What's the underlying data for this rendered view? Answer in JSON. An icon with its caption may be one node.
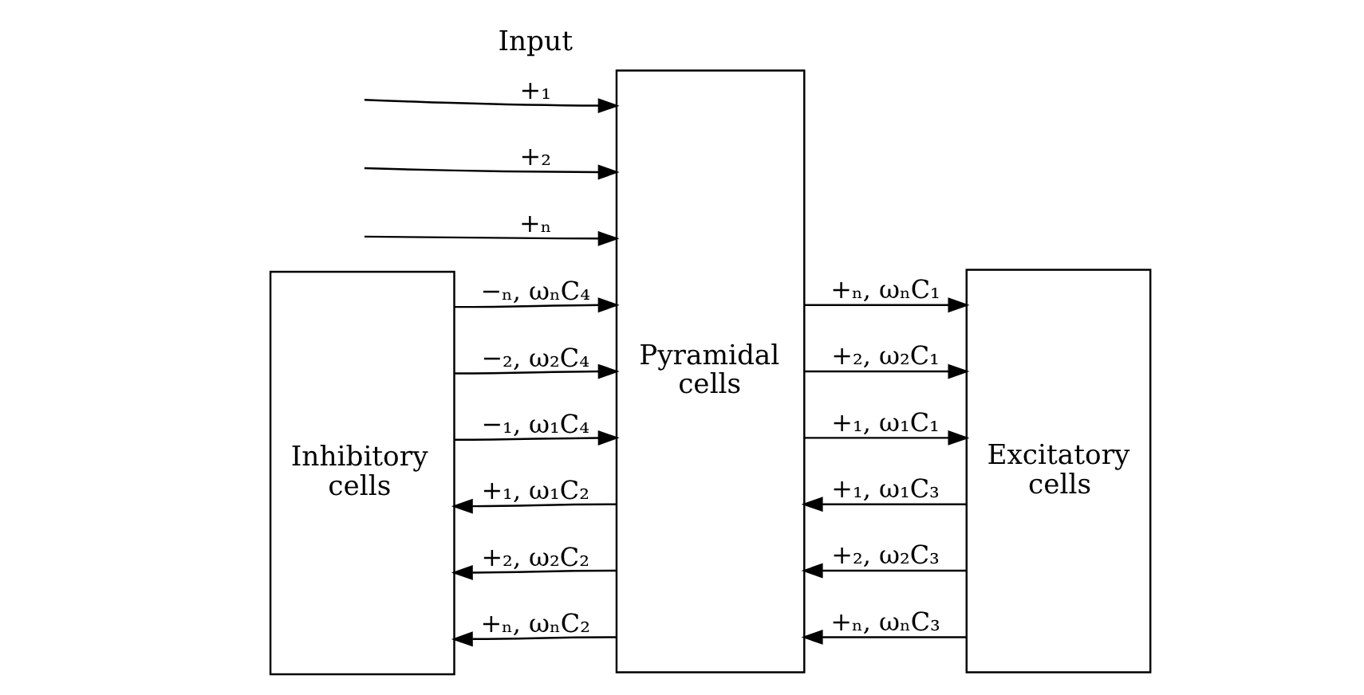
{
  "diagram": {
    "nodes": [
      {
        "text": [
          "Inhibitory cells"
        ]
      },
      {
        "text": [
          "Pyramidal cells"
        ]
      },
      {
        "text": [
          "Excitatory cells"
        ]
      }
    ],
    "edges": [
      {
        "from": null,
        "to": 1,
        "arrow": "to",
        "label": "+₁"
      },
      {
        "from": null,
        "to": 1,
        "arrow": "to",
        "label": "+₂"
      },
      {
        "from": null,
        "to": 1,
        "arrow": "to",
        "label": "+ₙ"
      },
      {
        "from": 0,
        "to": 1,
        "arrow": "to",
        "label": "−ₙ, ωₙC₄"
      },
      {
        "from": 0,
        "to": 1,
        "arrow": "to",
        "label": "−₂, ω₂C₄"
      },
      {
        "from": 0,
        "to": 1,
        "arrow": "to",
        "label": "−₁, ω₁C₄"
      },
      {
        "from": 1,
        "to": 0,
        "arrow": "to",
        "label": "+₁, ω₁C₂"
      },
      {
        "from": 1,
        "to": 0,
        "arrow": "to",
        "label": "+₂, ω₂C₂"
      },
      {
        "from": 1,
        "to": 0,
        "arrow": "to",
        "label": "+ₙ, ωₙC₂"
      },
      {
        "from": 1,
        "to": 2,
        "arrow": "to",
        "label": "+ₙ, ωₙC₁"
      },
      {
        "from": 1,
        "to": 2,
        "arrow": "to",
        "label": "+₂, ω₂C₁"
      },
      {
        "from": 1,
        "to": 2,
        "arrow": "to",
        "label": "+₁, ω₁C₁"
      },
      {
        "from": 2,
        "to": 1,
        "arrow": "to",
        "label": "+₁, ω₁C₃"
      },
      {
        "from": 2,
        "to": 1,
        "arrow": "to",
        "label": "+₂, ω₂C₃"
      },
      {
        "from": 2,
        "to": 1,
        "arrow": "to",
        "label": "+ₙ, ωₙC₃"
      }
    ],
    "labels": [
      "Input"
    ]
  }
}
